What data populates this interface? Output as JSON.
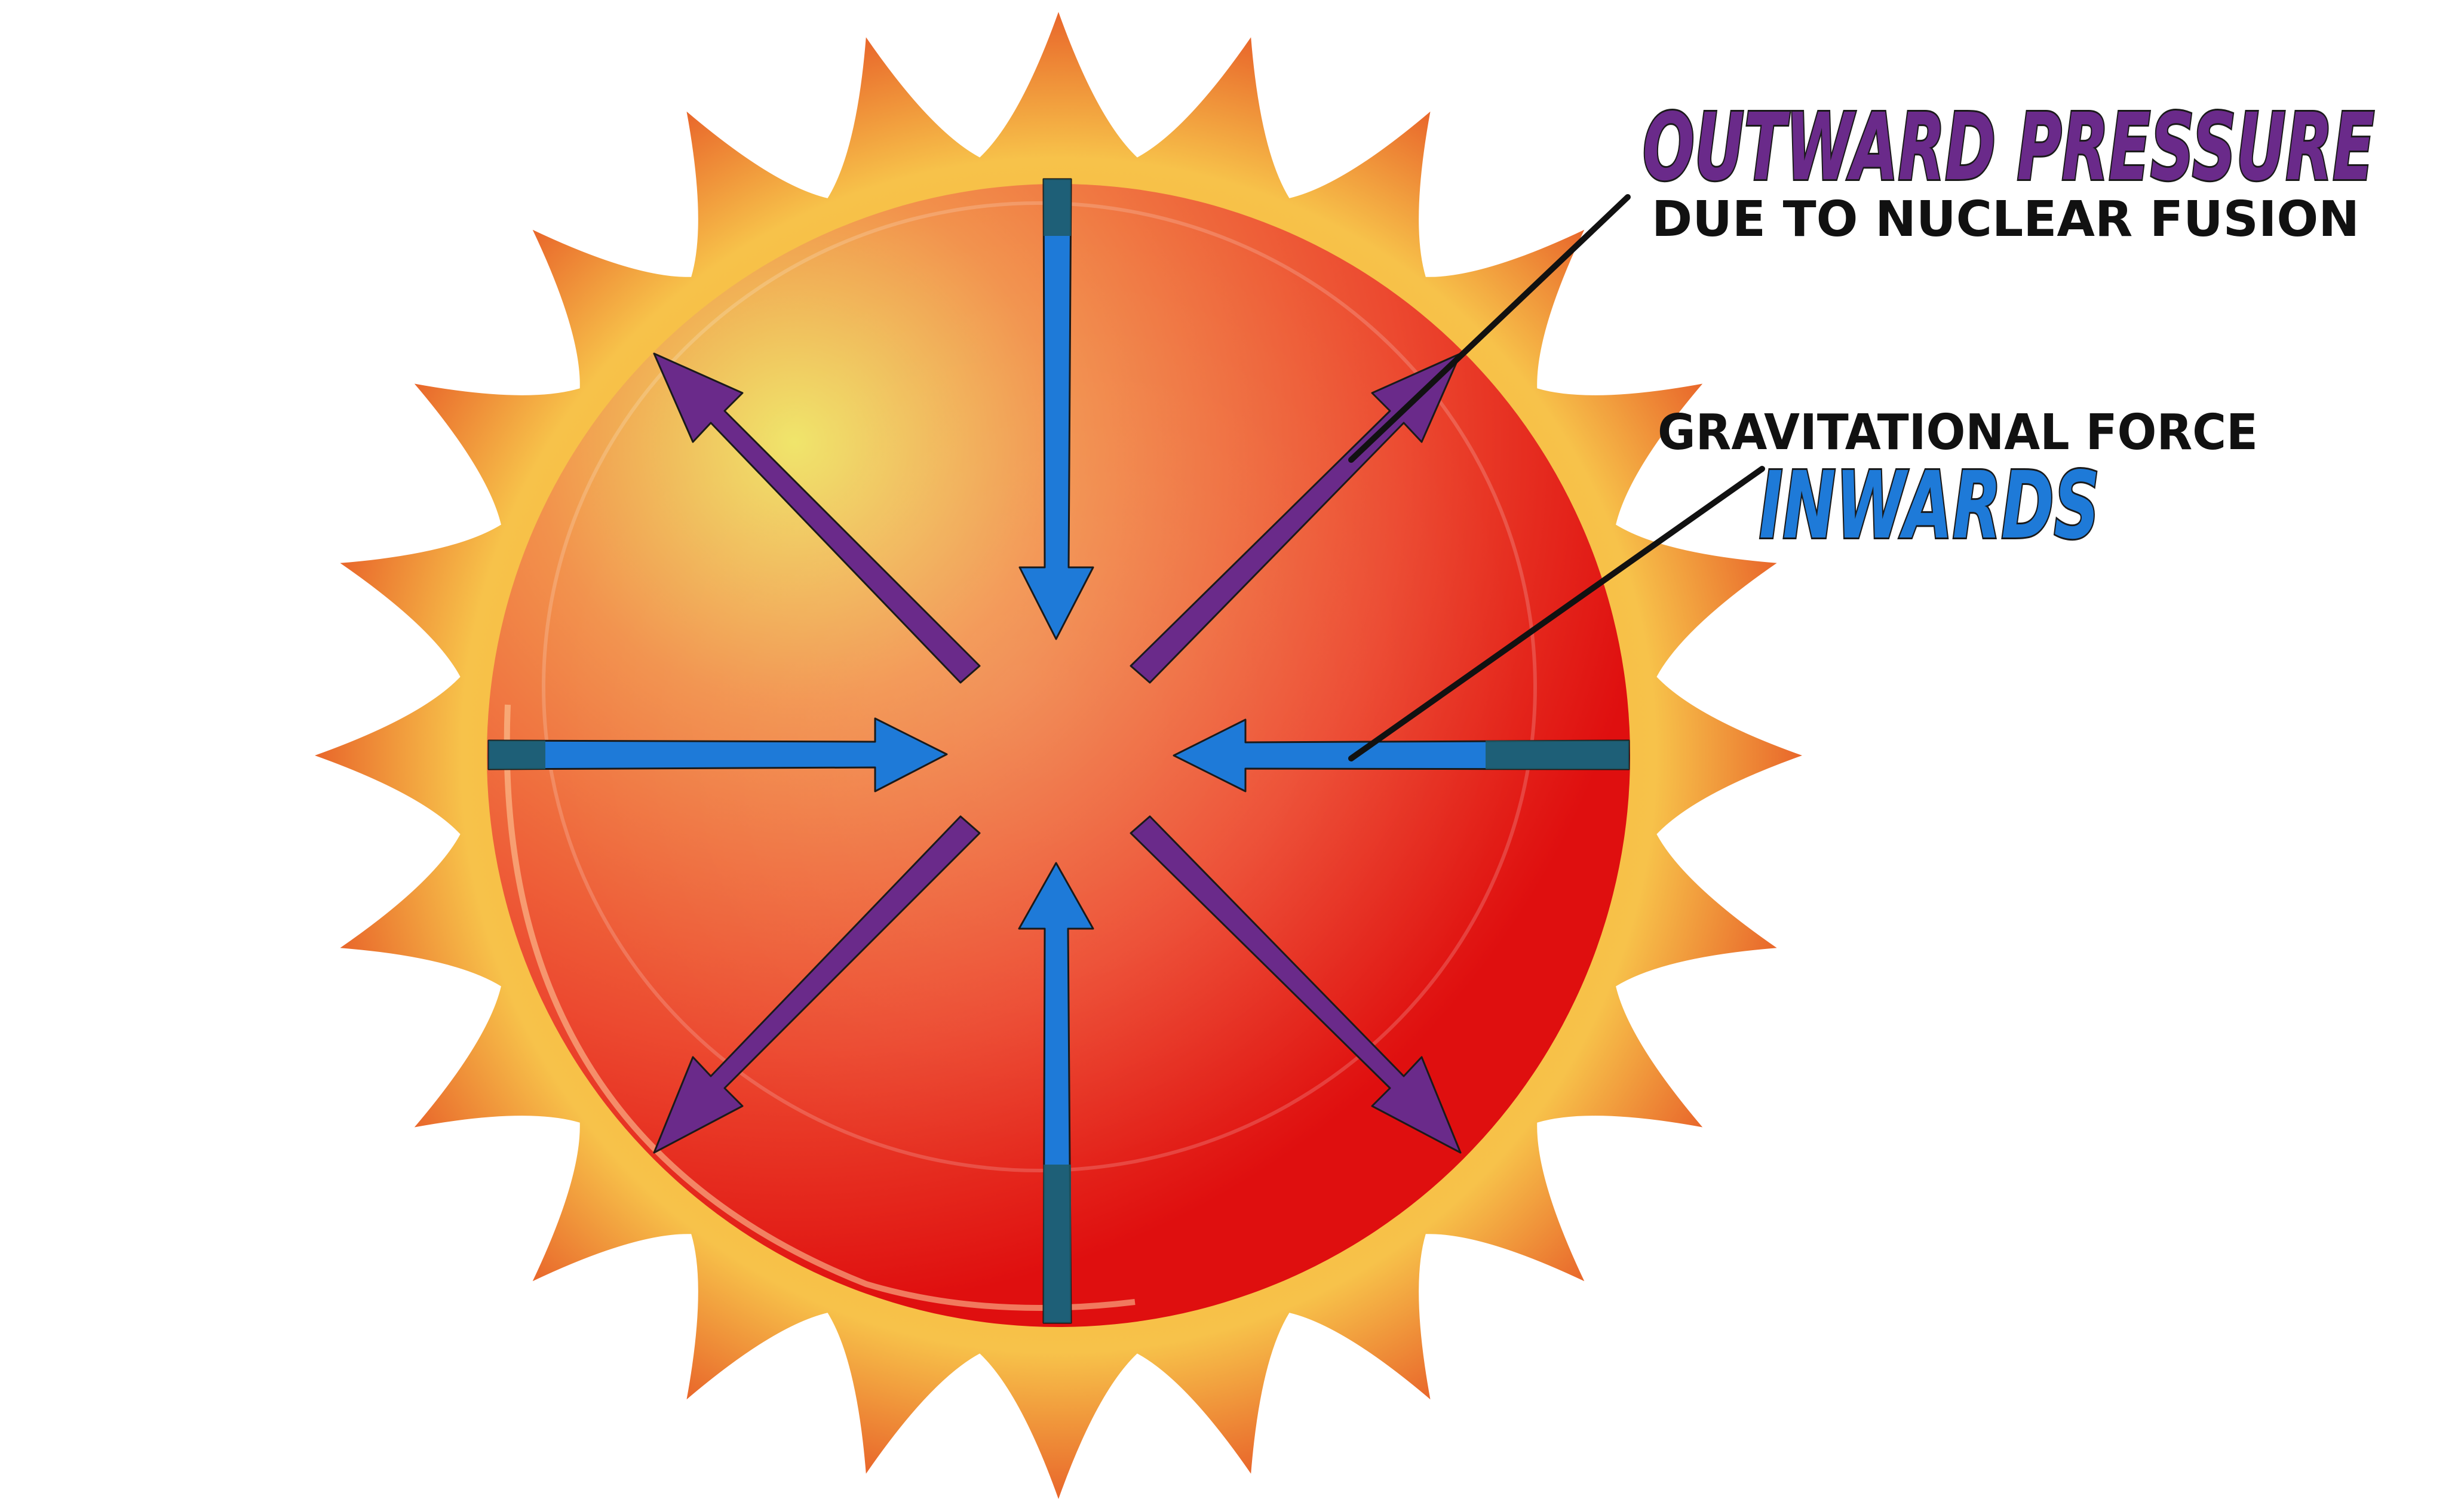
{
  "labels": {
    "outward_title": "OUTWARD PRESSURE",
    "outward_subtitle": "DUE TO NUCLEAR FUSION",
    "gravity_subtitle": "GRAVITATIONAL FORCE",
    "gravity_title": "INWARDS"
  },
  "colors": {
    "background": "#ffffff",
    "ray_outer": "#f7c24a",
    "ray_inner": "#e86a1c",
    "sphere_light": "#f0e060",
    "sphere_mid": "#f08a40",
    "sphere_dark": "#e01010",
    "outward_arrow": "#6a2a8a",
    "inward_arrow": "#1e7ad8",
    "outline": "#1a1a1a",
    "outward_text": "#6a2a8a",
    "inward_text": "#1e7ad8"
  },
  "arrows": {
    "inward": [
      "top",
      "left",
      "right",
      "bottom"
    ],
    "outward": [
      "top-left",
      "top-right",
      "bottom-left",
      "bottom-right"
    ]
  }
}
